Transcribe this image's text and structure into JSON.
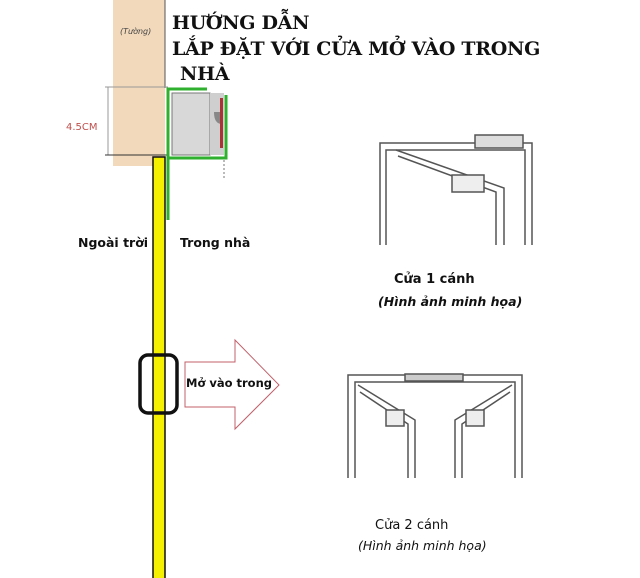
{
  "title": {
    "line1": "HƯỚNG DẪN",
    "line2": "LẮP ĐẶT VỚI CỬA MỞ VÀO TRONG",
    "line3": "NHÀ"
  },
  "wall_label": "(Tường)",
  "dimension_label": "4.5CM",
  "outside_label": "Ngoài trời",
  "inside_label": "Trong nhà",
  "arrow_label": "Mở vào trong",
  "door1": {
    "caption": "Cửa 1 cánh",
    "note": "(Hình ảnh minh họa)"
  },
  "door2": {
    "caption": "Cửa 2 cánh",
    "note": "(Hình ảnh minh họa)"
  },
  "colors": {
    "wall": "#f2d9bb",
    "bracket": "#2fb02f",
    "door": "#f5f000",
    "arrow": "#c0606a",
    "dimension": "#c0504d"
  }
}
